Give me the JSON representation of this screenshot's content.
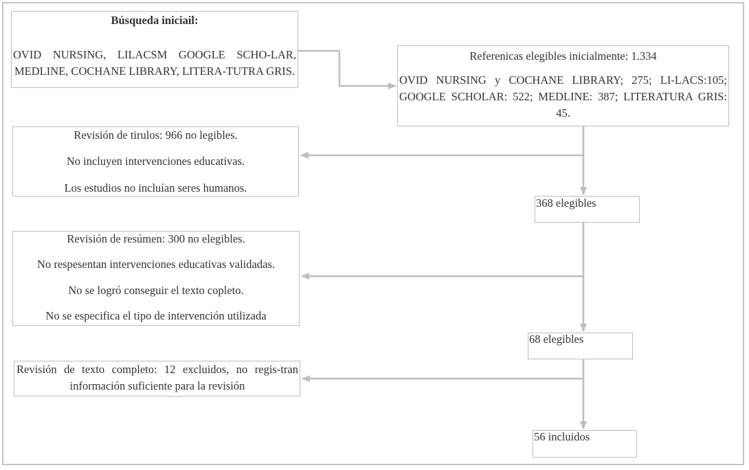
{
  "search_box": {
    "title": "Búsqueda iniciail:",
    "body": "OVID NURSING, LILACSM GOOGLE SCHO-LAR, MEDLINE, COCHANE LIBRARY, LITERA-TUTRA GRIS."
  },
  "references_box": {
    "title": "Referenicas elegibles inicialmente: 1.334",
    "body": "OVID NURSING y COCHANE LIBRARY; 275; LI-LACS:105; GOOGLE SCHOLAR: 522; MEDLINE: 387; LITERATURA GRIS: 45."
  },
  "title_review_box": {
    "line1": "Revisión de tirulos: 966 no legibles.",
    "line2": "No incluyen intervenciones educativas.",
    "line3": "Los estudios no incluían seres humanos."
  },
  "eligible_368": "368 elegibles",
  "abstract_review_box": {
    "line1": "Revisión de resúmen: 300 no elegibles.",
    "line2": "No respesentan intervenciones educativas validadas.",
    "line3": "No se logró conseguir el texto copleto.",
    "line4": "No se especifica el tipo de intervención utilizada"
  },
  "eligible_68": "68 elegibles",
  "fulltext_review_box": {
    "body": "Revisión de texto completo: 12 excluidos, no regis-tran información suficiente para la revisión"
  },
  "included_56": "56 incluidos",
  "colors": {
    "connector": "#bdbdbd",
    "border": "#bdbdbd",
    "frame": "#c4c4c4",
    "text": "#333333"
  }
}
